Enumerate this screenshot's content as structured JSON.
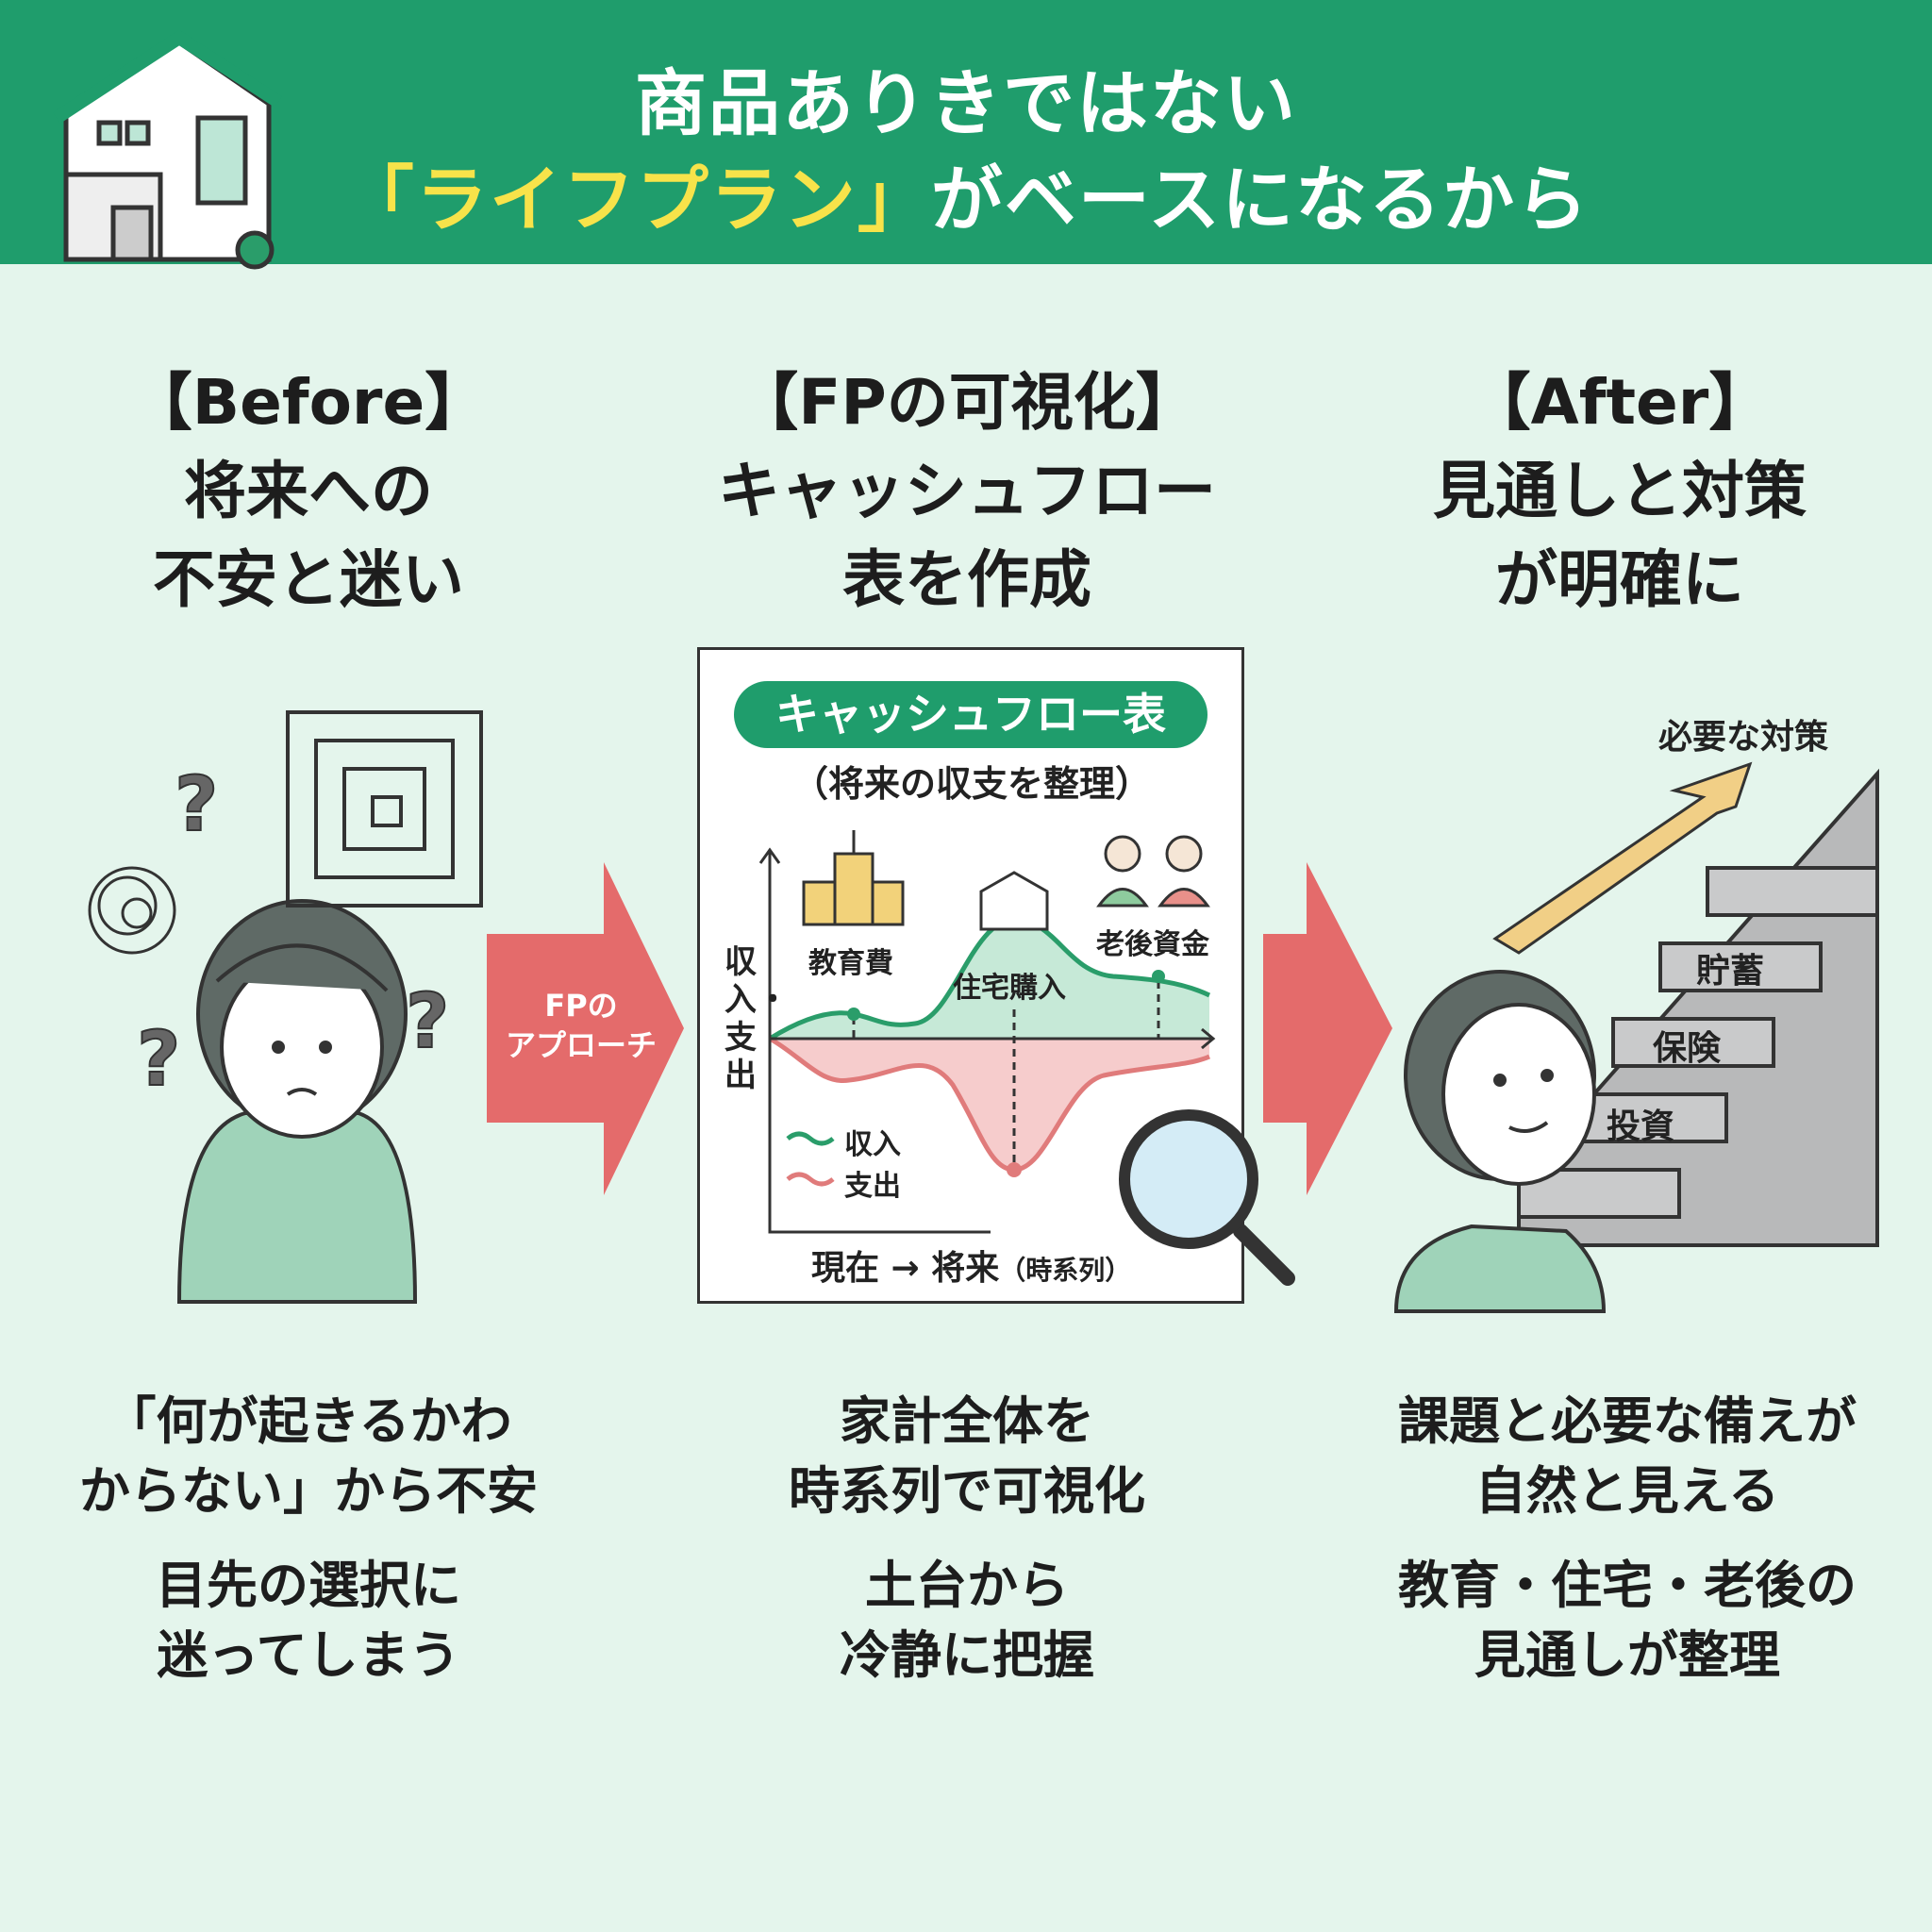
{
  "header": {
    "title_line1": "商品ありきではない",
    "title_line2_highlight": "「ライフプラン」",
    "title_line2_rest": "がベースになるから",
    "accent": "#1f9d6c",
    "highlight_color": "#f7e34a"
  },
  "columns": [
    {
      "tag": "【Before】",
      "heading1": "将来への",
      "heading2": "不安と迷い",
      "body1a": "「何が起きるかわ",
      "body1b": "からない」から不安",
      "body2a": "目先の選択に",
      "body2b": "迷ってしまう"
    },
    {
      "tag": "【FPの可視化】",
      "heading1": "キャッシュフロー",
      "heading2": "表を作成",
      "body1a": "家計全体を",
      "body1b": "時系列で可視化",
      "body2a": "土台から",
      "body2b": "冷静に把握"
    },
    {
      "tag": "【After】",
      "heading1": "見通しと対策",
      "heading2": "が明確に",
      "body1a": "課題と必要な備えが",
      "body1b": "自然と見える",
      "body2a": "教育・住宅・老後の",
      "body2b": "見通しが整理"
    }
  ],
  "arrow": {
    "line1": "FPの",
    "line2": "アプローチ"
  },
  "card": {
    "title": "キャッシュフロー表",
    "subtitle": "（将来の収支を整理）",
    "y_label": "収入・支出",
    "events": [
      "教育費",
      "住宅購入",
      "老後資金"
    ],
    "legend": [
      {
        "label": "収入",
        "color": "#2a9d6a"
      },
      {
        "label": "支出",
        "color": "#e07b7b"
      }
    ],
    "x_label": "現在 → 将来",
    "x_label_note": "（時系列）"
  },
  "after": {
    "arrow_label": "必要な対策",
    "steps": [
      "貯蓄",
      "保険",
      "投資"
    ]
  }
}
